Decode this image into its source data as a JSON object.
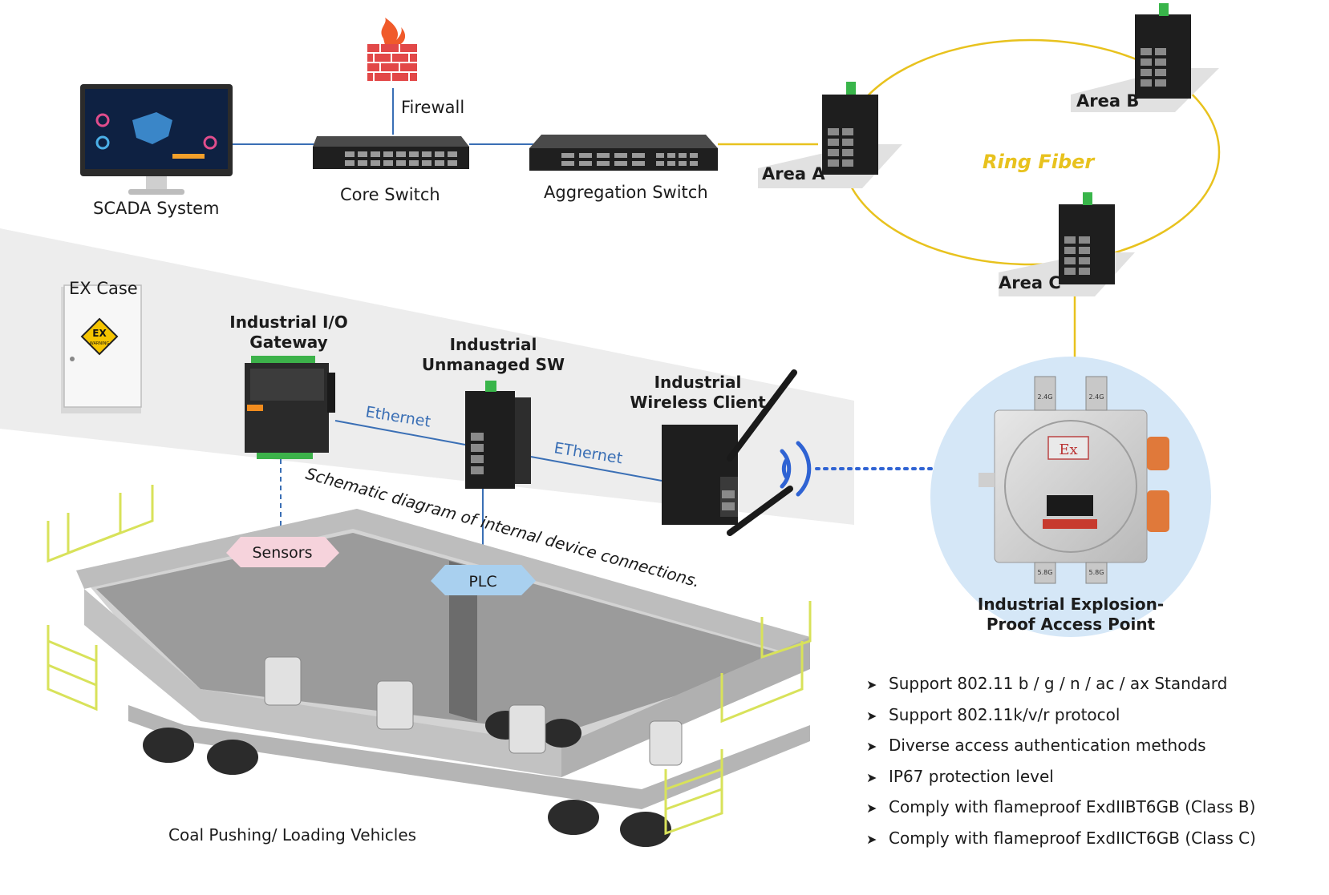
{
  "network": {
    "scada_label": "SCADA System",
    "firewall_label": "Firewall",
    "core_switch_label": "Core Switch",
    "aggregation_switch_label": "Aggregation Switch",
    "area_a_label": "Area A",
    "area_b_label": "Area B",
    "area_c_label": "Area C",
    "ring_fiber_label": "Ring Fiber"
  },
  "field": {
    "ex_case_label": "EX Case",
    "ex_case_sign_text": "EX",
    "ex_case_sign_sub": "WARNING",
    "io_gateway_label": "Industrial I/O Gateway",
    "unmanaged_sw_label": "Industrial Unmanaged SW",
    "wireless_client_label": "Industrial Wireless Client",
    "link_ethernet_1": "Ethernet",
    "link_ethernet_2": "EThernet",
    "schematic_caption": "Schematic diagram of internal device connections.",
    "sensors_label": "Sensors",
    "plc_label": "PLC",
    "vehicle_label": "Coal Pushing/ Loading Vehicles"
  },
  "access_point": {
    "label": "Industrial Explosion-Proof Access Point",
    "ex_mark": "Ex",
    "antenna_port_labels": [
      "2.4G",
      "2.4G",
      "5.8G",
      "5.8G"
    ]
  },
  "features": [
    "Support 802.11 b / g / n / ac / ax Standard",
    "Support 802.11k/v/r protocol",
    "Diverse access authentication methods",
    "IP67 protection level",
    "Comply with flameproof ExdIIBT6GB (Class B)",
    "Comply with flameproof ExdIICT6GB (Class C)"
  ],
  "colors": {
    "ring_fiber": "#e8c21e",
    "ethernet_link": "#3a6fb5",
    "sensors_tag": "#f6d3dc",
    "plc_tag": "#a9d0ef",
    "access_point_bg": "#d5e7f7",
    "signal_icon": "#2f63d3",
    "firewall": "#e24848",
    "device_dark": "#1f1f1f"
  },
  "icons": {
    "feature_bullet": "chevron-right-icon",
    "wireless": "wifi-signal-icon",
    "firewall": "firewall-icon"
  }
}
